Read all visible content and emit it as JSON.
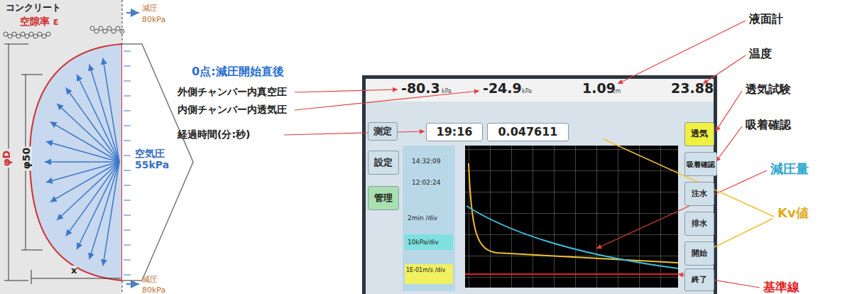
{
  "diagram": {
    "nodes": [
      {
        "text": [
          "測定"
        ]
      },
      {
        "text": [
          "19:16"
        ]
      },
      {
        "text": [
          "0.047611"
        ]
      },
      {
        "text": [
          "設定"
        ]
      },
      {
        "text": [
          "管理"
        ]
      },
      {
        "text": [
          "透気"
        ]
      },
      {
        "text": [
          "吸着確認"
        ]
      },
      {
        "text": [
          "注水"
        ]
      },
      {
        "text": [
          "排水"
        ]
      },
      {
        "text": [
          "開始"
        ]
      },
      {
        "text": [
          "終了"
        ]
      }
    ],
    "labels": [
      "コンクリート",
      "空隙率 ε",
      "減圧",
      "80kPa",
      "減圧",
      "80kPa",
      "φD",
      "φ50",
      "x",
      "空気圧 55kPa",
      "0点:減圧開始直後",
      "外側チャンバー内真空圧",
      "内側チャンバー内透気圧",
      "経過時間(分:秒)",
      "-80.3",
      "kPa",
      "-24.9",
      "kPa",
      "1.09",
      "cm",
      "23.88",
      "14:32:09",
      "12:02:24",
      "2min /div",
      "10kPa/div",
      "1E-01m/s /div",
      "液面計",
      "温度",
      "透気試験",
      "吸着確認",
      "減圧量",
      "Kv値",
      "基準線"
    ]
  }
}
